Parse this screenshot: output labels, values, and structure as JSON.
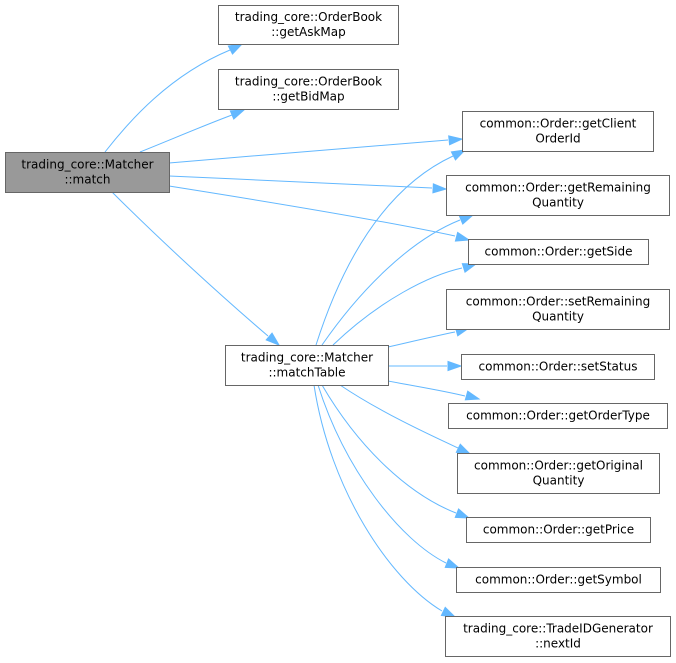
{
  "diagram": {
    "type": "call-graph",
    "nodes": [
      {
        "id": "match",
        "lines": [
          "trading_core::Matcher",
          "::match"
        ],
        "highlighted": true
      },
      {
        "id": "getAskMap",
        "lines": [
          "trading_core::OrderBook",
          "::getAskMap"
        ]
      },
      {
        "id": "getBidMap",
        "lines": [
          "trading_core::OrderBook",
          "::getBidMap"
        ]
      },
      {
        "id": "matchTable",
        "lines": [
          "trading_core::Matcher",
          "::matchTable"
        ]
      },
      {
        "id": "getClientOrderId",
        "lines": [
          "common::Order::getClient",
          "OrderId"
        ]
      },
      {
        "id": "getRemainingQuantity",
        "lines": [
          "common::Order::getRemaining",
          "Quantity"
        ]
      },
      {
        "id": "getSide",
        "lines": [
          "common::Order::getSide"
        ]
      },
      {
        "id": "setRemainingQuantity",
        "lines": [
          "common::Order::setRemaining",
          "Quantity"
        ]
      },
      {
        "id": "setStatus",
        "lines": [
          "common::Order::setStatus"
        ]
      },
      {
        "id": "getOrderType",
        "lines": [
          "common::Order::getOrderType"
        ]
      },
      {
        "id": "getOriginalQuantity",
        "lines": [
          "common::Order::getOriginal",
          "Quantity"
        ]
      },
      {
        "id": "getPrice",
        "lines": [
          "common::Order::getPrice"
        ]
      },
      {
        "id": "getSymbol",
        "lines": [
          "common::Order::getSymbol"
        ]
      },
      {
        "id": "nextId",
        "lines": [
          "trading_core::TradeIDGenerator",
          "::nextId"
        ]
      }
    ],
    "edges": [
      {
        "from": "match",
        "to": "getAskMap"
      },
      {
        "from": "match",
        "to": "getBidMap"
      },
      {
        "from": "match",
        "to": "getClientOrderId"
      },
      {
        "from": "match",
        "to": "getRemainingQuantity"
      },
      {
        "from": "match",
        "to": "getSide"
      },
      {
        "from": "match",
        "to": "matchTable"
      },
      {
        "from": "matchTable",
        "to": "getClientOrderId"
      },
      {
        "from": "matchTable",
        "to": "getRemainingQuantity"
      },
      {
        "from": "matchTable",
        "to": "getSide"
      },
      {
        "from": "matchTable",
        "to": "setRemainingQuantity"
      },
      {
        "from": "matchTable",
        "to": "setStatus"
      },
      {
        "from": "matchTable",
        "to": "getOrderType"
      },
      {
        "from": "matchTable",
        "to": "getOriginalQuantity"
      },
      {
        "from": "matchTable",
        "to": "getPrice"
      },
      {
        "from": "matchTable",
        "to": "getSymbol"
      },
      {
        "from": "matchTable",
        "to": "nextId"
      }
    ]
  }
}
